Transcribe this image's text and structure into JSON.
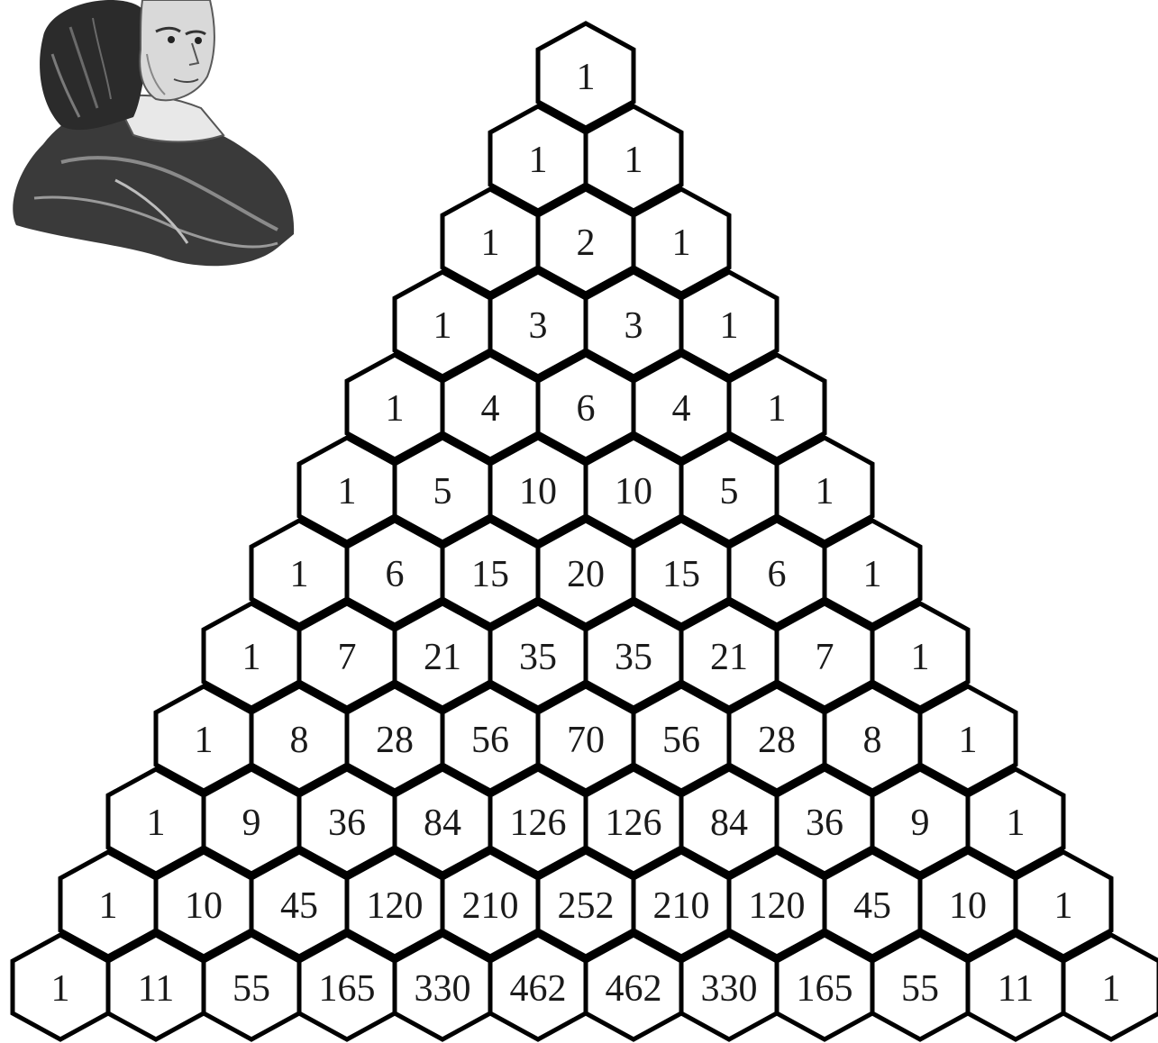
{
  "portrait": {
    "icon": "engraved-portrait-of-a-man"
  },
  "triangle": {
    "rows": [
      [
        1
      ],
      [
        1,
        1
      ],
      [
        1,
        2,
        1
      ],
      [
        1,
        3,
        3,
        1
      ],
      [
        1,
        4,
        6,
        4,
        1
      ],
      [
        1,
        5,
        10,
        10,
        5,
        1
      ],
      [
        1,
        6,
        15,
        20,
        15,
        6,
        1
      ],
      [
        1,
        7,
        21,
        35,
        35,
        21,
        7,
        1
      ],
      [
        1,
        8,
        28,
        56,
        70,
        56,
        28,
        8,
        1
      ],
      [
        1,
        9,
        36,
        84,
        126,
        126,
        84,
        36,
        9,
        1
      ],
      [
        1,
        10,
        45,
        120,
        210,
        252,
        210,
        120,
        45,
        10,
        1
      ],
      [
        1,
        11,
        55,
        165,
        330,
        462,
        462,
        330,
        165,
        55,
        11,
        1
      ]
    ],
    "line_color": "#000000",
    "text_color": "#1a1a1a"
  }
}
